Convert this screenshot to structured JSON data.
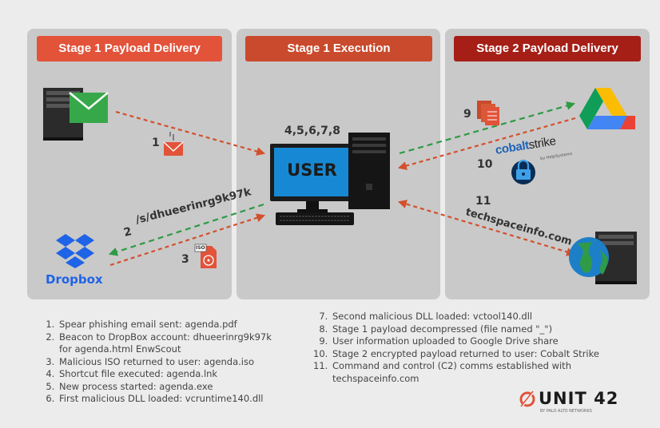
{
  "stages": {
    "stage1_delivery": "Stage 1 Payload Delivery",
    "stage1_execution": "Stage 1 Execution",
    "stage2_delivery": "Stage 2 Payload Delivery"
  },
  "colors": {
    "stage1_delivery": "#e2533a",
    "stage1_execution": "#c94a2c",
    "stage2_delivery": "#a51f17",
    "panel": "#c9c9c9",
    "background": "#ececec",
    "green_arrow": "#2e9a44",
    "red_arrow": "#d3502d"
  },
  "diagram": {
    "user_screen_label": "USER",
    "user_steps_label": "4,5,6,7,8",
    "step1": "1",
    "step2": "2",
    "step2_path": "/s/dhueerinrg9k97k",
    "step3": "3",
    "step3_file_tag": "ISO",
    "step9": "9",
    "step10": "10",
    "step11": "11",
    "step11_domain": "techspaceinfo.com",
    "dropbox_label": "Dropbox",
    "cobaltstrike_cobalt": "cobalt",
    "cobaltstrike_strike": "strike",
    "cobaltstrike_sub": "by HelpSystems"
  },
  "legend_left": [
    {
      "text": "Spear phishing email sent: agenda.pdf"
    },
    {
      "text": "Beacon to DropBox account: dhueerinrg9k97k",
      "cont": "for agenda.html EnwScout"
    },
    {
      "text": "Malicious ISO returned to user: agenda.iso"
    },
    {
      "text": "Shortcut file executed: agenda.lnk"
    },
    {
      "text": "New process started: agenda.exe"
    },
    {
      "text": "First malicious DLL loaded: vcruntime140.dll"
    }
  ],
  "legend_right": [
    {
      "text": "Second malicious DLL loaded: vctool140.dll"
    },
    {
      "text": "Stage 1 payload decompressed (file named \"_\")"
    },
    {
      "text": "User information uploaded to Google Drive share"
    },
    {
      "text": "Stage 2 encrypted payload returned to user: Cobalt Strike"
    },
    {
      "text": "Command and control (C2) comms established with",
      "cont": "techspaceinfo.com"
    }
  ],
  "brand": {
    "name": "UNIT 42",
    "sub": "BY PALO ALTO NETWORKS"
  }
}
